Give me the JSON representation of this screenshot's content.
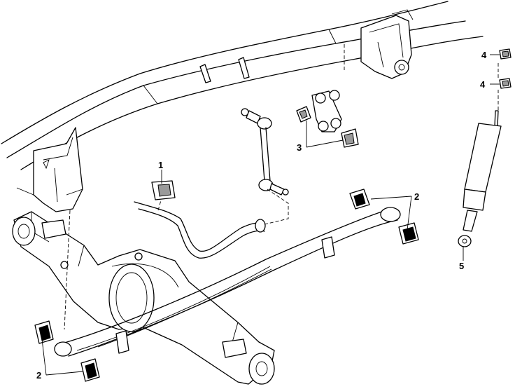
{
  "callouts": {
    "stabilizer_bushing": "1",
    "leaf_spring_bushing_upper": "2",
    "leaf_spring_bushing_lower": "2",
    "shackle_bushing": "3",
    "shock_bushing_upper": "4",
    "shock_bushing_lower": "4",
    "shock_absorber": "5"
  }
}
